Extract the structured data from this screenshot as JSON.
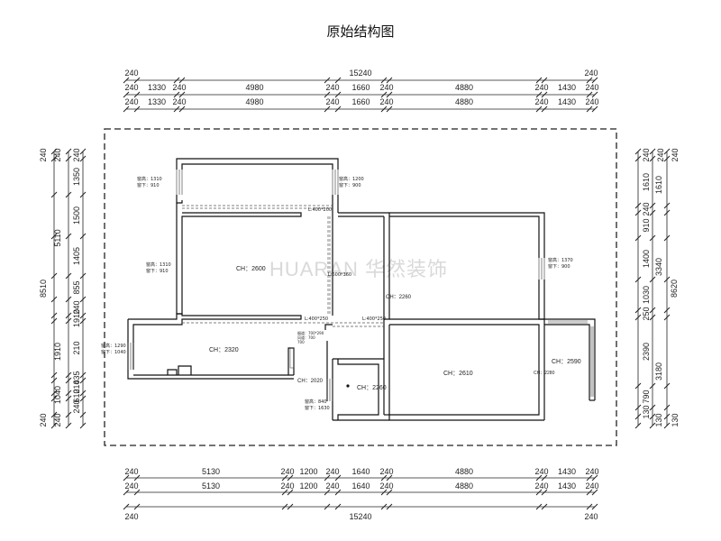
{
  "title": "原始结构图",
  "watermark": "HUARAN 华然装饰",
  "dims": {
    "top_total": "15240",
    "top_row": [
      "240",
      "1330",
      "240",
      "4980",
      "240",
      "1660",
      "240",
      "4880",
      "240",
      "1430",
      "240"
    ],
    "bottom_total": "15240",
    "bottom_row": [
      "240",
      "5130",
      "240",
      "1200",
      "240",
      "1640",
      "240",
      "4880",
      "240",
      "1430",
      "240"
    ],
    "left_total": "8510",
    "left_mid": [
      "5110",
      "1910",
      "1040"
    ],
    "left_row": [
      "240",
      "1350",
      "1500",
      "1405",
      "855",
      "240",
      "1910",
      "210",
      "435",
      "210",
      "610",
      "240"
    ],
    "right_total": "8620",
    "right_mid": [
      "1610",
      "3340",
      "3180",
      "130"
    ],
    "right_row": [
      "240",
      "1610",
      "240",
      "910",
      "1400",
      "1030",
      "250",
      "2390",
      "790",
      "130"
    ]
  },
  "rooms": {
    "upper_left": "CH：2600",
    "upper_mid": "CH：2260",
    "upper_right": "CH：2590",
    "lower_left": "CH：2320",
    "lower_mid_a": "CH：2020",
    "lower_mid_b": "CH：2260",
    "lower_right": "CH：2610",
    "lower_right_b": "CH：2280"
  },
  "windows": {
    "w1_h": "窗高：1310",
    "w1_b": "窗下：910",
    "w2_h": "窗高：1200",
    "w2_b": "窗下：900",
    "w3_h": "窗高：1310",
    "w3_b": "窗下：910",
    "w4_h": "窗高：1370",
    "w4_b": "窗下：900",
    "w5_h": "窗高：1290",
    "w5_b": "窗下：1040",
    "w6_h": "窗高：840",
    "w6_b": "窗下：1630"
  },
  "beams": {
    "b1": "L:400*200",
    "b2": "L:600*360",
    "b3": "L:400*250",
    "b4": "L:400*250"
  },
  "notes": [
    "烟道：700*290",
    "风道：700",
    "700"
  ]
}
